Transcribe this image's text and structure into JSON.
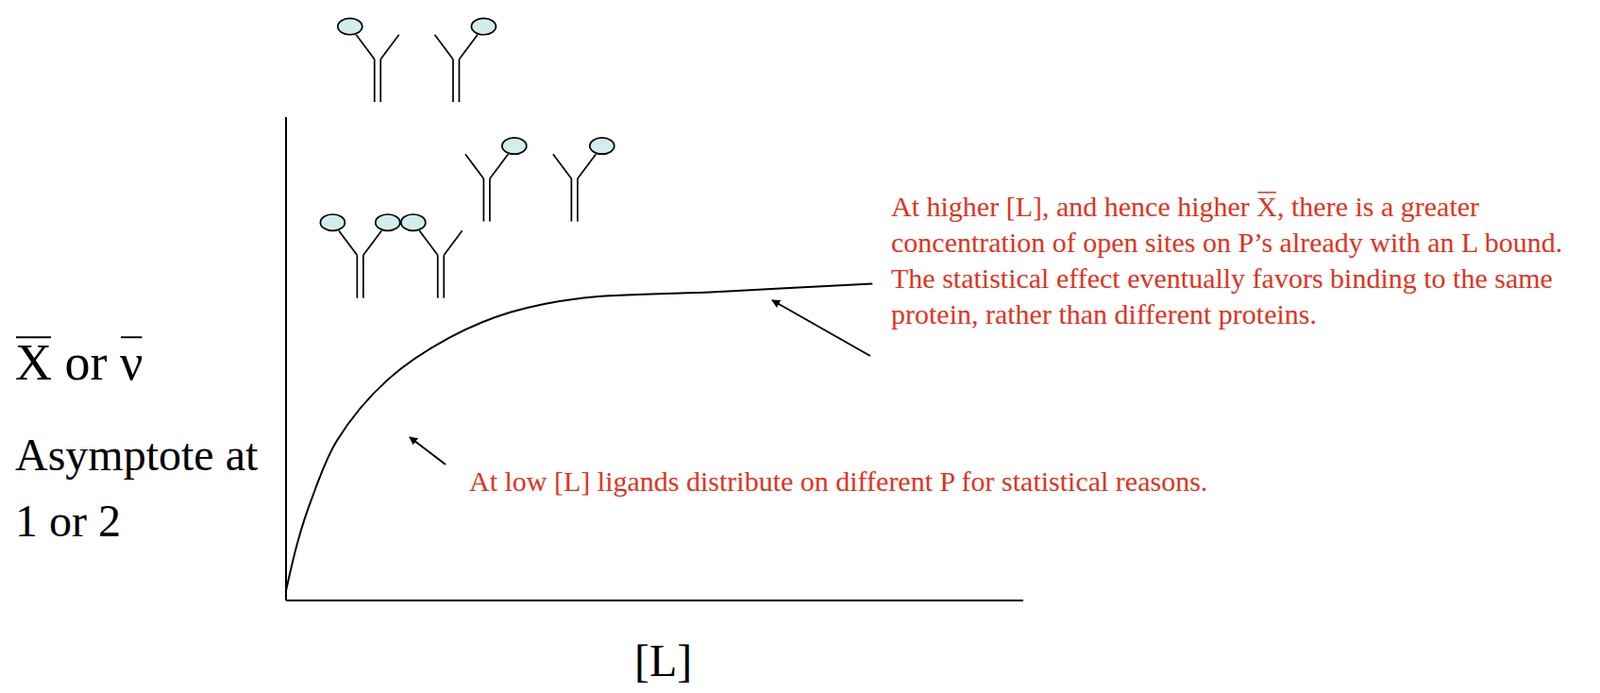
{
  "diagram": {
    "labels": [
      "X or ν",
      "Asymptote at 1 or 2",
      "[L]",
      "At higher [L], and hence higher X, there is a greater concentration of open sites on P’s already with an L bound. The statistical effect eventually favors binding to the same protein, rather than different proteins.",
      "At low [L] ligands distribute on different P for statistical reasons."
    ]
  }
}
